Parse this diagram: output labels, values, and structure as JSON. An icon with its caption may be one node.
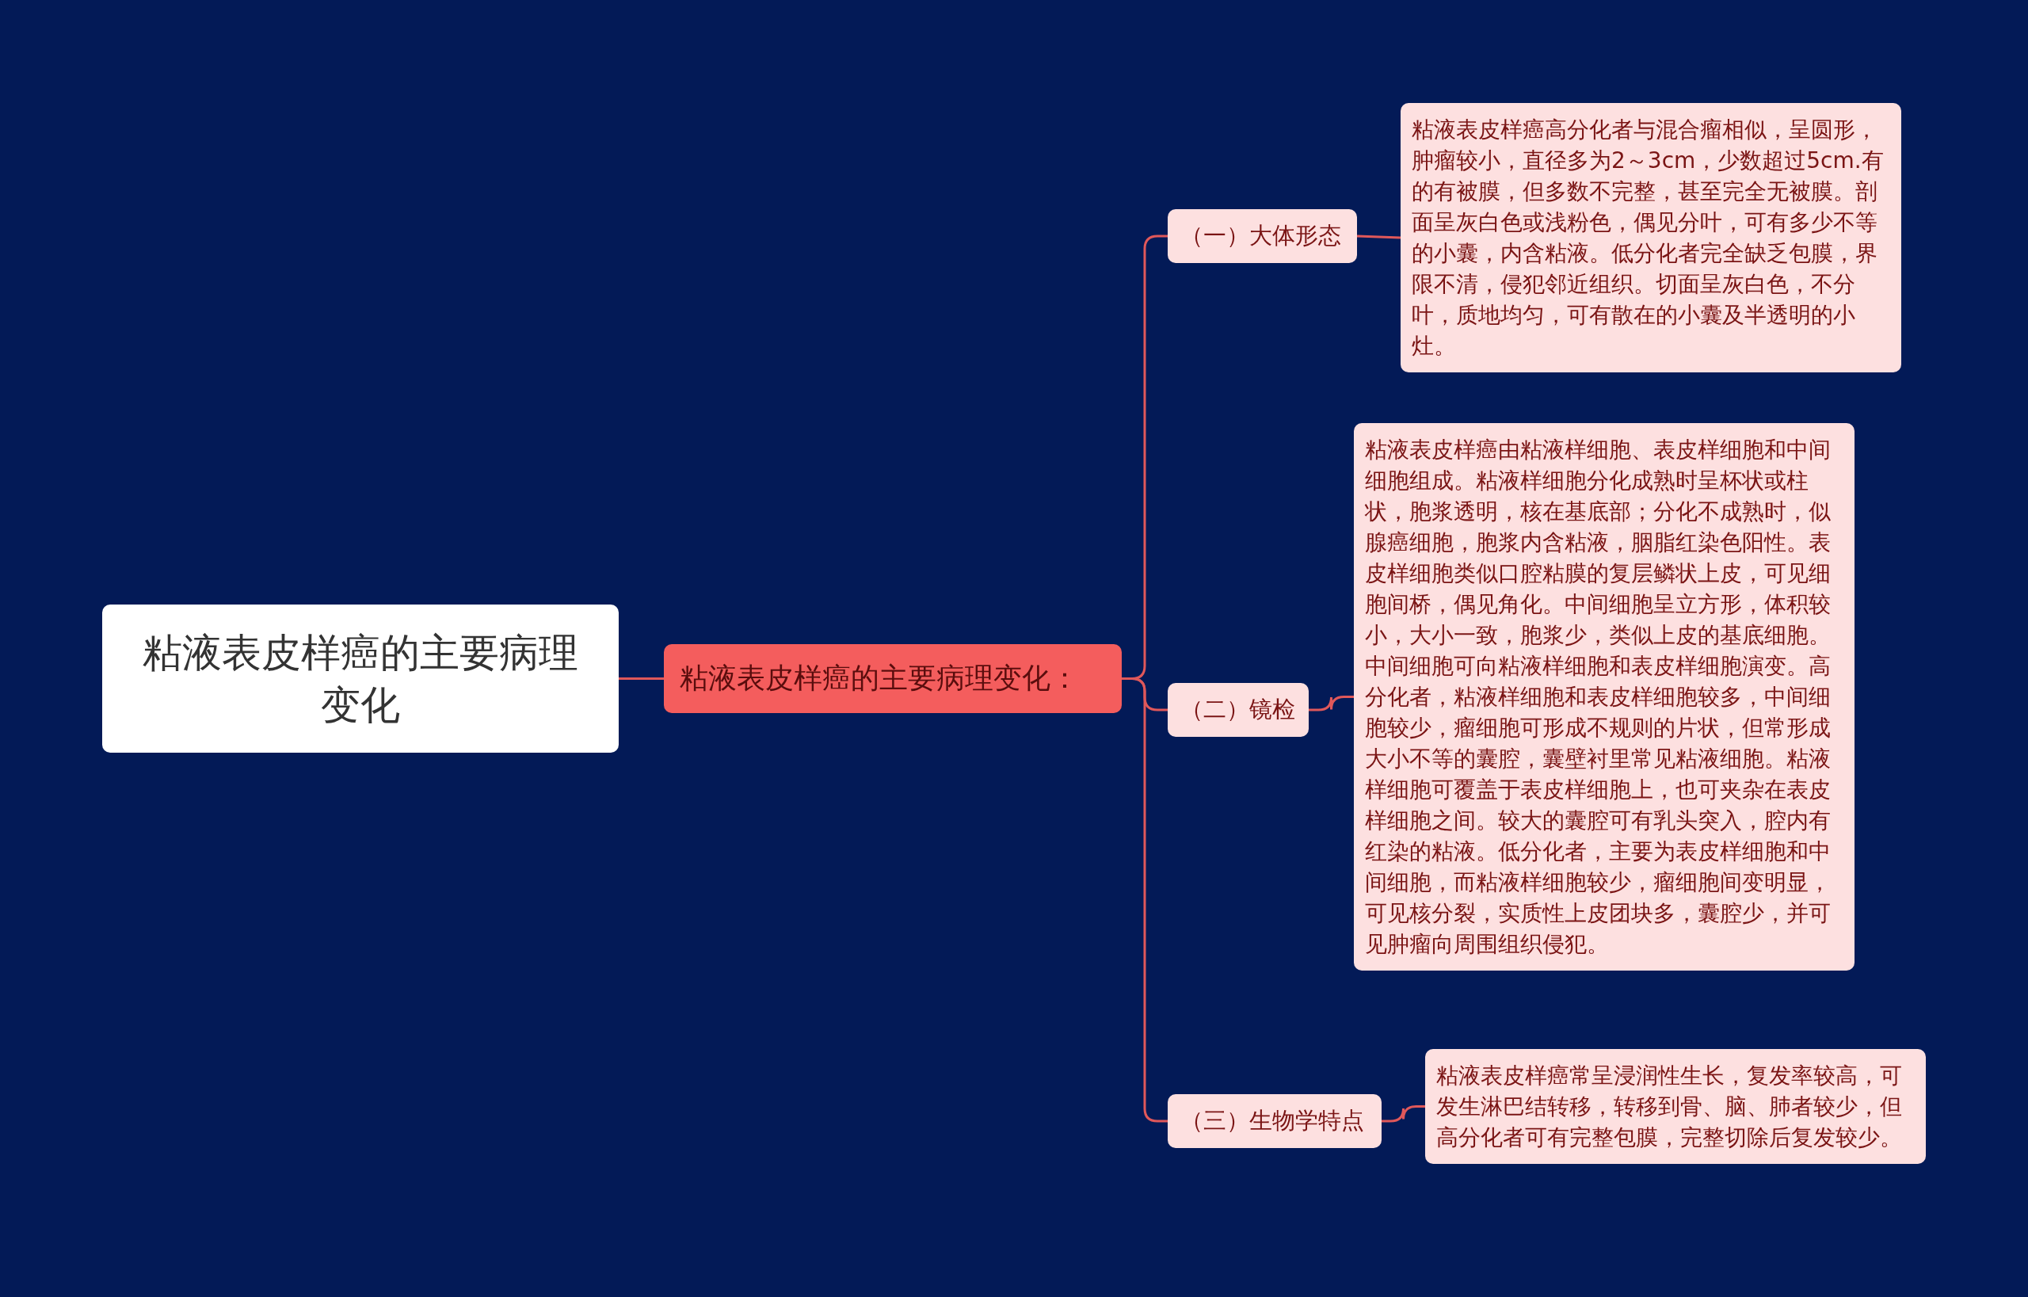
{
  "diagram": {
    "nodes": [
      {
        "text": [
          "粘液表皮样癌的主要病理变化"
        ]
      },
      {
        "text": [
          "粘液表皮样癌的主要病理变化："
        ]
      },
      {
        "text": [
          "（一）大体形态"
        ]
      },
      {
        "text": [
          "粘液表皮样癌高分化者与混合瘤相似，呈圆形，肿瘤较小，直径多为2～3cm，少数超过5cm.有的有被膜，但多数不完整，甚至完全无被膜。剖面呈灰白色或浅粉色，偶见分叶，可有多少不等的小囊，内含粘液。低分化者完全缺乏包膜，界限不清，侵犯邻近组织。切面呈灰白色，不分叶，质地均匀，可有散在的小囊及半透明的小灶。"
        ]
      },
      {
        "text": [
          "（二）镜检"
        ]
      },
      {
        "text": [
          "粘液表皮样癌由粘液样细胞、表皮样细胞和中间细胞组成。粘液样细胞分化成熟时呈杯状或柱状，胞浆透明，核在基底部；分化不成熟时，似腺癌细胞，胞浆内含粘液，胭脂红染色阳性。表皮样细胞类似口腔粘膜的复层鳞状上皮，可见细胞间桥，偶见角化。中间细胞呈立方形，体积较小，大小一致，胞浆少，类似上皮的基底细胞。中间细胞可向粘液样细胞和表皮样细胞演变。高分化者，粘液样细胞和表皮样细胞较多，中间细胞较少，瘤细胞可形成不规则的片状，但常形成大小不等的囊腔，囊壁衬里常见粘液细胞。粘液样细胞可覆盖于表皮样细胞上，也可夹杂在表皮样细胞之间。较大的囊腔可有乳头突入，腔内有红染的粘液。低分化者，主要为表皮样细胞和中间细胞，而粘液样细胞较少，瘤细胞间变明显，可见核分裂，实质性上皮团块多，囊腔少，并可见肿瘤向周围组织侵犯。"
        ]
      },
      {
        "text": [
          "（三）生物学特点"
        ]
      },
      {
        "text": [
          "粘液表皮样癌常呈浸润性生长，复发率较高，可发生淋巴结转移，转移到骨、脑、肺者较少，但高分化者可有完整包膜，完整切除后复发较少。"
        ]
      }
    ],
    "edges": [
      {
        "from": 0,
        "to": 1,
        "arrow": "none"
      },
      {
        "from": 1,
        "to": 2,
        "arrow": "none"
      },
      {
        "from": 1,
        "to": 4,
        "arrow": "none"
      },
      {
        "from": 1,
        "to": 6,
        "arrow": "none"
      },
      {
        "from": 2,
        "to": 3,
        "arrow": "none"
      },
      {
        "from": 4,
        "to": 5,
        "arrow": "none"
      },
      {
        "from": 6,
        "to": 7,
        "arrow": "none"
      }
    ]
  }
}
